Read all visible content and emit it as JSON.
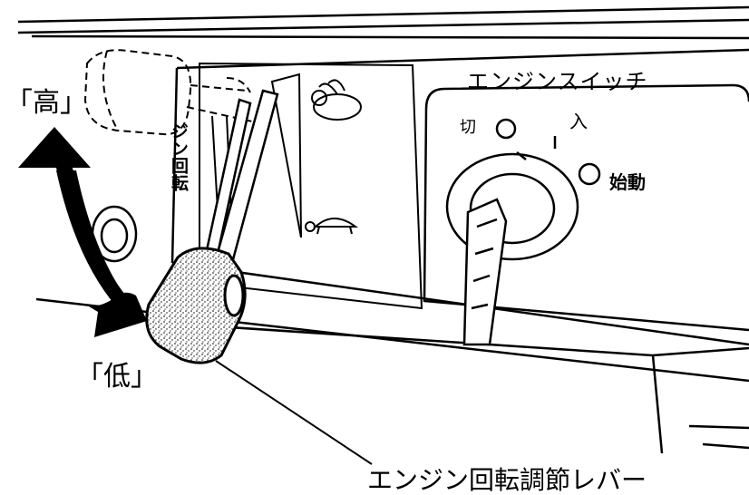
{
  "labels": {
    "high": "「高」",
    "low": "「低」",
    "callout": "エンジン回転調節レバー",
    "switch_title": "エンジンスイッチ",
    "off": "切",
    "on": "入",
    "start": "始動",
    "vertical": "ジン回転"
  }
}
